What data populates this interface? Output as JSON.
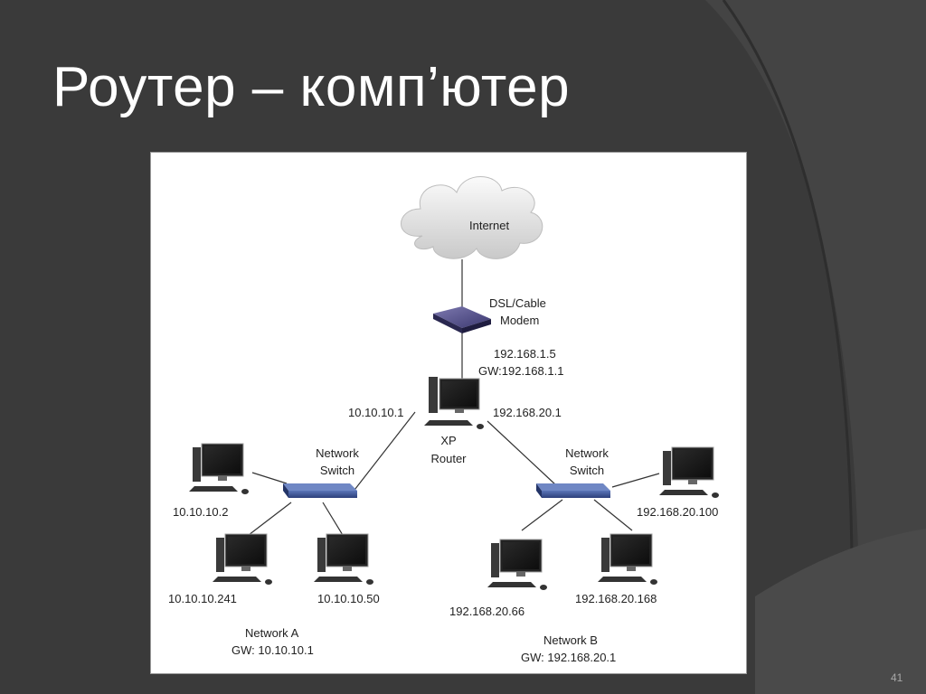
{
  "slide": {
    "title": "Роутер – комп’ютер",
    "number": "41"
  },
  "diagram": {
    "internet_label": "Internet",
    "modem_label_line1": "DSL/Cable",
    "modem_label_line2": "Modem",
    "modem_ip": "192.168.1.5",
    "modem_gw": "GW:192.168.1.1",
    "router_ip_left": "10.10.10.1",
    "router_ip_right": "192.168.20.1",
    "router_label_line1": "XP",
    "router_label_line2": "Router",
    "switch_a_line1": "Network",
    "switch_a_line2": "Switch",
    "switch_b_line1": "Network",
    "switch_b_line2": "Switch",
    "pc_a1_ip": "10.10.10.2",
    "pc_a2_ip": "10.10.10.241",
    "pc_a3_ip": "10.10.10.50",
    "pc_b1_ip": "192.168.20.100",
    "pc_b2_ip": "192.168.20.66",
    "pc_b3_ip": "192.168.20.168",
    "network_a_name": "Network A",
    "network_a_gw": "GW: 10.10.10.1",
    "network_b_name": "Network B",
    "network_b_gw": "GW: 192.168.20.1"
  }
}
